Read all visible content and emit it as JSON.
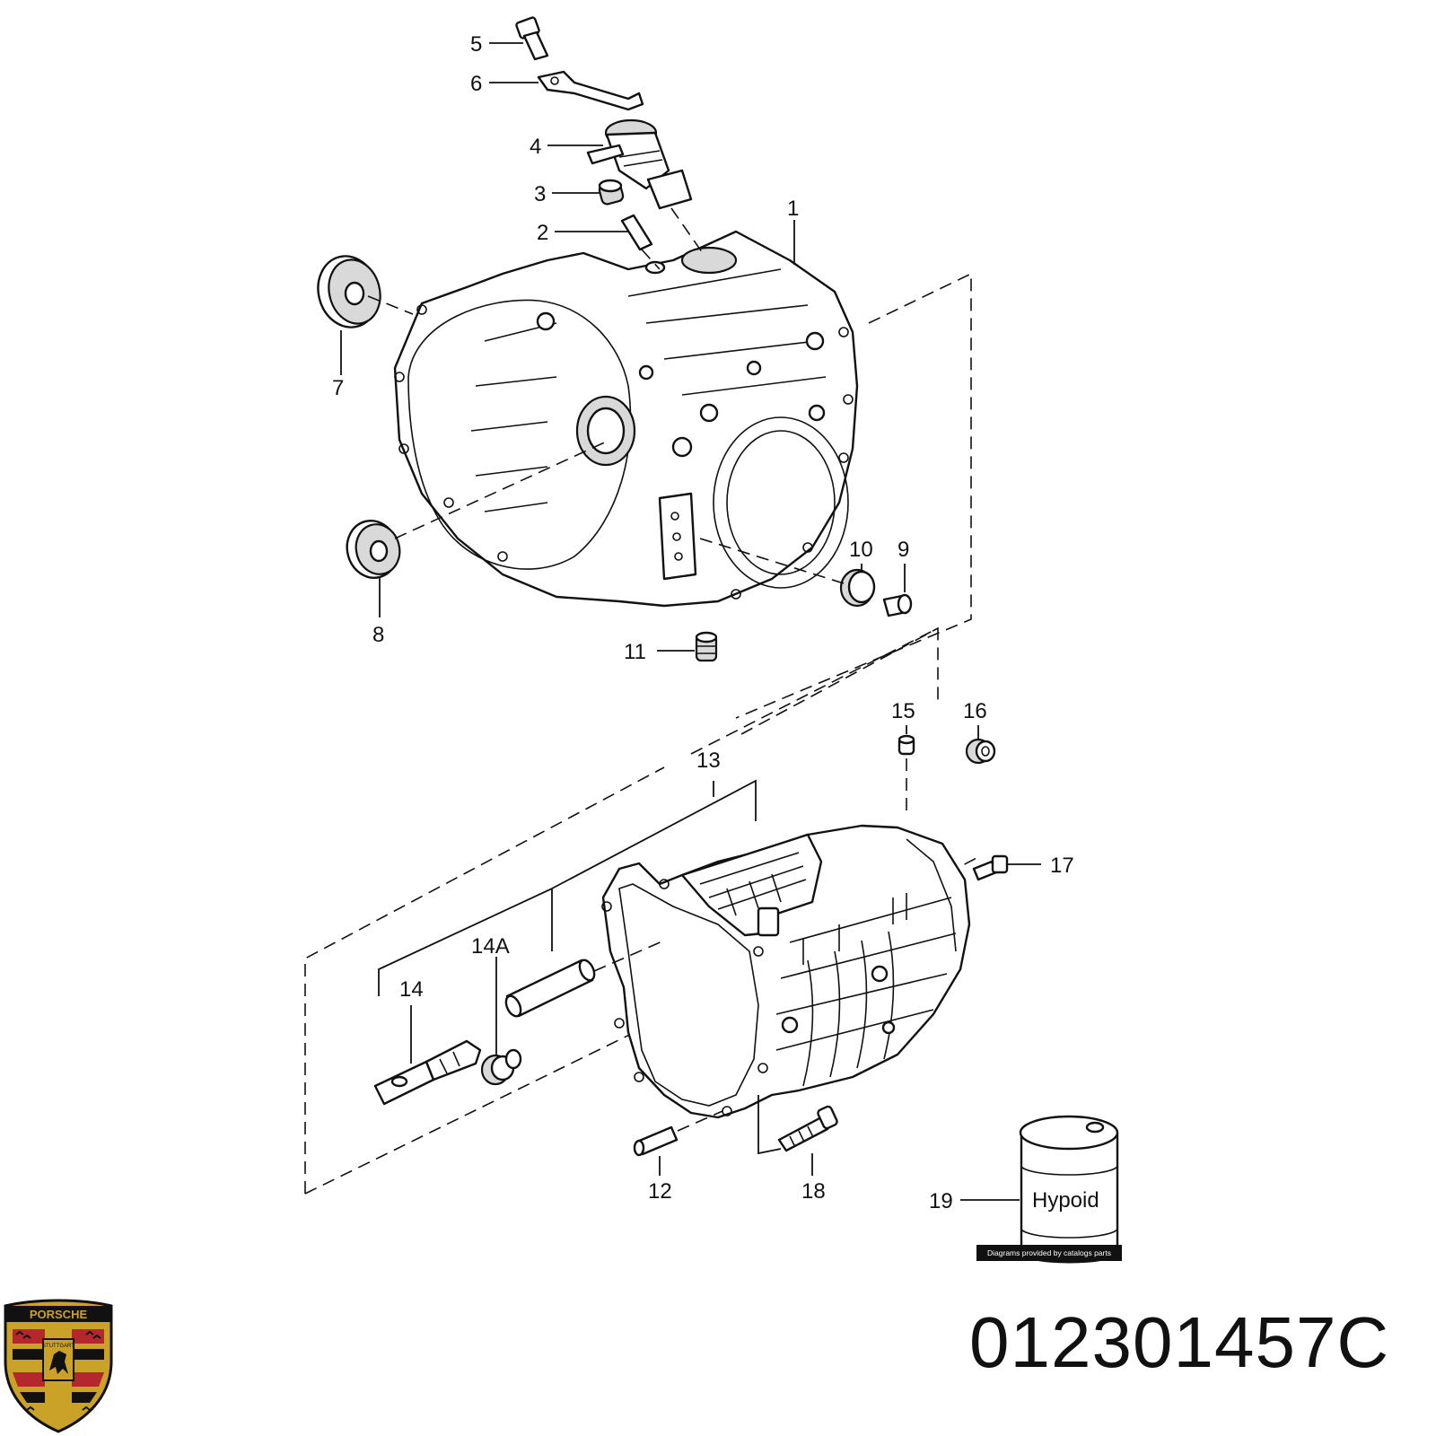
{
  "labels": {
    "l1": "1",
    "l2": "2",
    "l3": "3",
    "l4": "4",
    "l5": "5",
    "l6": "6",
    "l7": "7",
    "l8": "8",
    "l9": "9",
    "l10": "10",
    "l11": "11",
    "l12": "12",
    "l13": "13",
    "l14": "14",
    "l14a": "14A",
    "l15": "15",
    "l16": "16",
    "l17": "17",
    "l18": "18",
    "l19": "19"
  },
  "drum_text": "Hypoid",
  "credit": "Diagrams provided by catalogs parts",
  "part_number": "012301457C",
  "brand": {
    "name": "PORSCHE",
    "city": "STUTTGART",
    "colors": {
      "gold": "#c9a227",
      "red": "#b3272d",
      "black": "#111111"
    }
  }
}
